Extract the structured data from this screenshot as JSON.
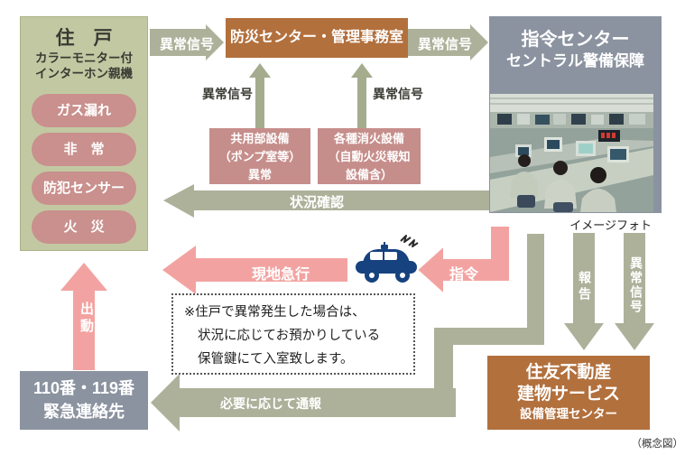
{
  "palette": {
    "green_box": "#c2c9a2",
    "rose": "#c9908d",
    "orange": "#b2703d",
    "gray_blue": "#8b93a0",
    "olive_arrow": "#adb19a",
    "pink_arrow": "#f2a3a1",
    "car_blue": "#16427f"
  },
  "unit": {
    "title": "住　戸",
    "subtitle1": "カラーモニター付",
    "subtitle2": "インターホン親機",
    "pills": [
      "ガス漏れ",
      "非　常",
      "防犯センサー",
      "火　災"
    ]
  },
  "bousai": {
    "label": "防災センター・管理事務室"
  },
  "shirei": {
    "line1": "指令センター",
    "line2": "セントラル警備保障"
  },
  "photo": {
    "caption": "イメージフォト"
  },
  "kyoyo": {
    "line1": "共用部設備",
    "line2": "（ポンプ室等）",
    "line3": "異常"
  },
  "shoka": {
    "line1": "各種消火設備",
    "line2": "（自動火災報知",
    "line3": "設備含）"
  },
  "labels": {
    "signal_to_bousai": "異常信号",
    "signal_to_shirei": "異常信号",
    "signal_up_left": "異常信号",
    "signal_up_right": "異常信号",
    "status_check": "状況確認",
    "rush": "現地急行",
    "command": "指令",
    "report": "報告",
    "signal_down": "異常信号",
    "dispatch": "出動",
    "notify": "必要に応じて通報"
  },
  "note": {
    "line1": "※住戸で異常発生した場合は、",
    "line2": "状況に応じてお預かりしている",
    "line3": "保管鍵にて入室致します。"
  },
  "emergency": {
    "line1": "110番・119番",
    "line2": "緊急連絡先"
  },
  "sumitomo": {
    "line1": "住友不動産",
    "line2": "建物サービス",
    "line3": "設備管理センター"
  },
  "caption": "（概念図）"
}
